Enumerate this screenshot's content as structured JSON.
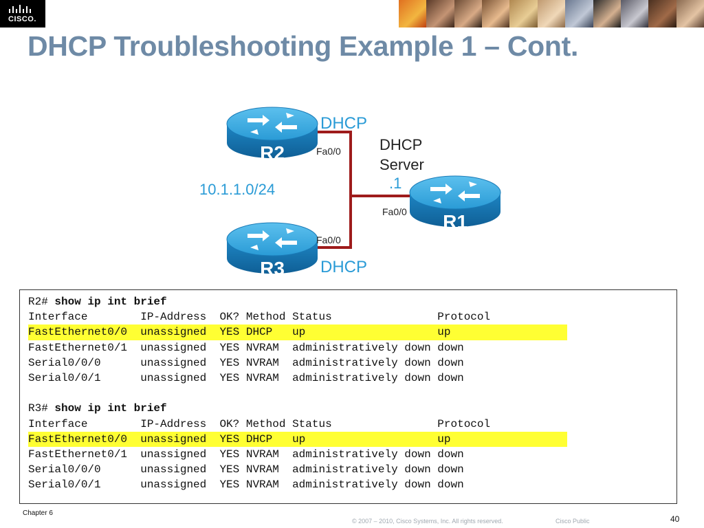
{
  "header": {
    "logo_text": "CISCO."
  },
  "slide": {
    "title": "DHCP Troubleshooting Example 1 – Cont."
  },
  "topology": {
    "r2_name": "R2",
    "r3_name": "R3",
    "r1_name": "R1",
    "r2_dhcp_label": "DHCP",
    "r3_dhcp_label": "DHCP",
    "r2_interface": "Fa0/0",
    "r3_interface": "Fa0/0",
    "r1_interface": "Fa0/0",
    "server_line1": "DHCP",
    "server_line2": "Server",
    "server_host": ".1",
    "network": "10.1.1.0/24"
  },
  "cli": {
    "blocks": [
      {
        "prompt": "R2# ",
        "command": "show ip int brief",
        "header": "Interface        IP-Address  OK? Method Status                Protocol",
        "rows": [
          {
            "text": "FastEthernet0/0  unassigned  YES DHCP   up                    up",
            "highlight": true
          },
          {
            "text": "FastEthernet0/1  unassigned  YES NVRAM  administratively down down",
            "highlight": false
          },
          {
            "text": "Serial0/0/0      unassigned  YES NVRAM  administratively down down",
            "highlight": false
          },
          {
            "text": "Serial0/0/1      unassigned  YES NVRAM  administratively down down",
            "highlight": false
          }
        ]
      },
      {
        "prompt": "R3# ",
        "command": "show ip int brief",
        "header": "Interface        IP-Address  OK? Method Status                Protocol",
        "rows": [
          {
            "text": "FastEthernet0/0  unassigned  YES DHCP   up                    up",
            "highlight": true
          },
          {
            "text": "FastEthernet0/1  unassigned  YES NVRAM  administratively down down",
            "highlight": false
          },
          {
            "text": "Serial0/0/0      unassigned  YES NVRAM  administratively down down",
            "highlight": false
          },
          {
            "text": "Serial0/0/1      unassigned  YES NVRAM  administratively down down",
            "highlight": false
          }
        ]
      }
    ]
  },
  "footer": {
    "chapter": "Chapter 6",
    "copyright": "© 2007 – 2010, Cisco Systems, Inc. All rights reserved.",
    "classification": "Cisco Public",
    "page_number": "40"
  },
  "colors": {
    "title": "#6e8aa6",
    "router_blue": "#2a9bd6",
    "link_red": "#9e1b1b",
    "highlight_yellow": "#ffff33"
  }
}
